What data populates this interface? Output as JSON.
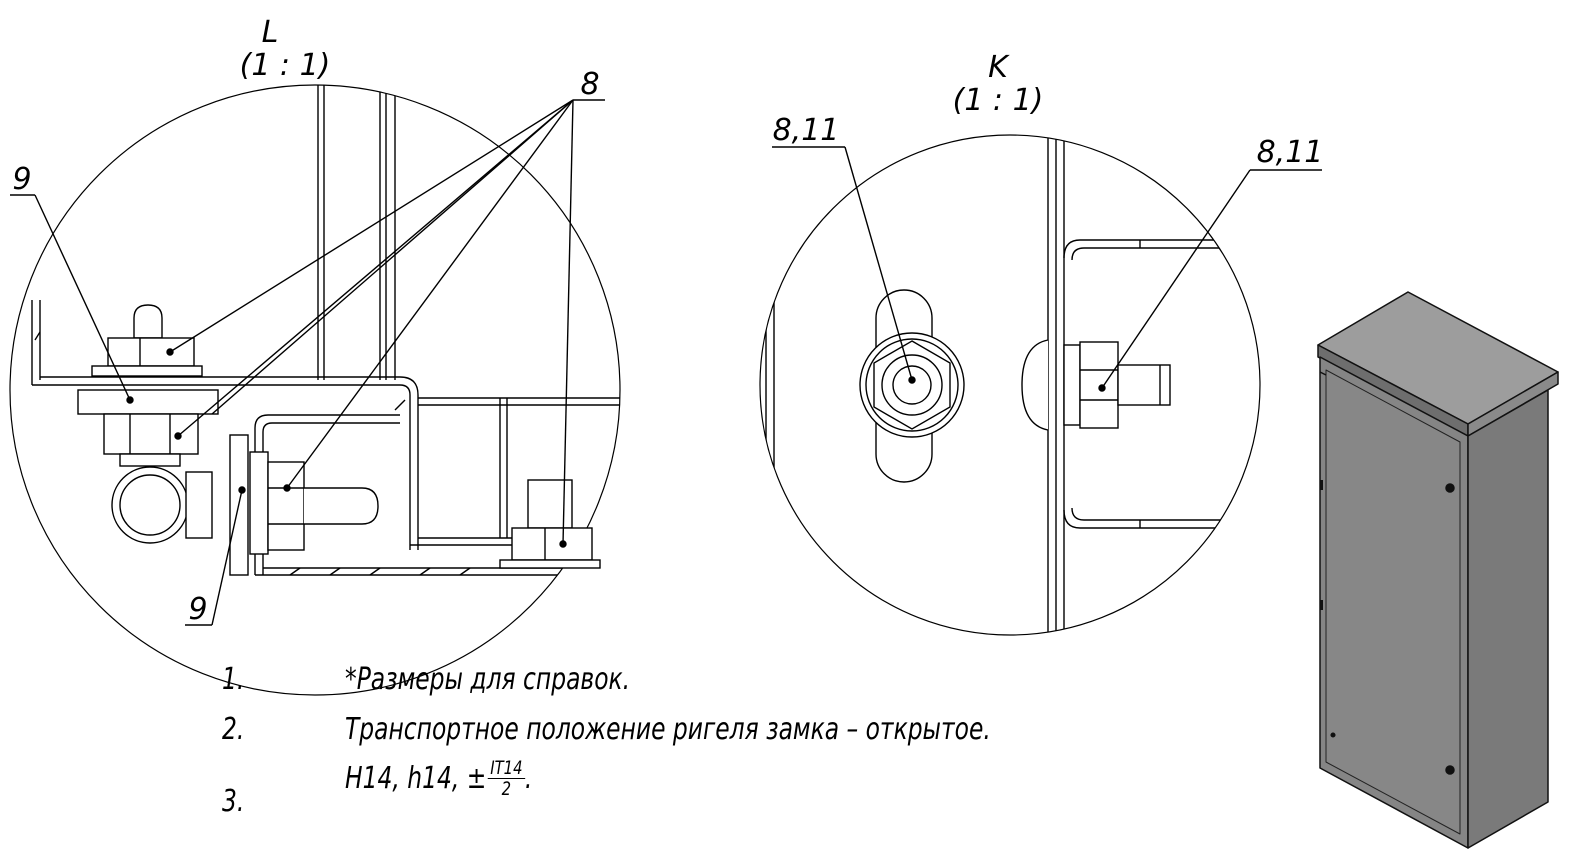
{
  "views": {
    "L": {
      "letter": "L",
      "scale": "(1 : 1)",
      "callout_8": "8",
      "callout_9_top": "9",
      "callout_9_bottom": "9"
    },
    "K": {
      "letter": "K",
      "scale": "(1 : 1)",
      "callout_left": "8,11",
      "callout_right": "8,11"
    }
  },
  "notes": [
    {
      "num": "1.",
      "text": "*Размеры для справок."
    },
    {
      "num": "2.",
      "text": "Транспортное положение ригеля замка – открытое."
    },
    {
      "num": "3.",
      "text": "H14, h14, ±",
      "frac_num": "IT14",
      "frac_den": "2",
      "suffix": "."
    }
  ],
  "colors": {
    "line": "#000000",
    "cabinet_front": "#858585",
    "cabinet_side": "#7a7a7a",
    "cabinet_top": "#9d9d9d"
  }
}
